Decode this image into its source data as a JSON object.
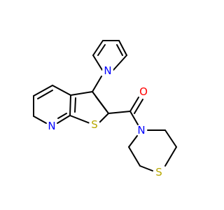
{
  "molecule": {
    "atoms": [
      {
        "id": "n_pyrrole",
        "label": "N",
        "color": "#0000FF"
      },
      {
        "id": "o_carbonyl",
        "label": "O",
        "color": "#FF0000"
      },
      {
        "id": "n_amide",
        "label": "N",
        "color": "#0000FF"
      },
      {
        "id": "s_thiophene",
        "label": "S",
        "color": "#B8A800"
      },
      {
        "id": "n_pyridine",
        "label": "N",
        "color": "#0000FF"
      },
      {
        "id": "s_thiomorpholine",
        "label": "S",
        "color": "#B8A800"
      }
    ],
    "bond_color": "#000000"
  }
}
